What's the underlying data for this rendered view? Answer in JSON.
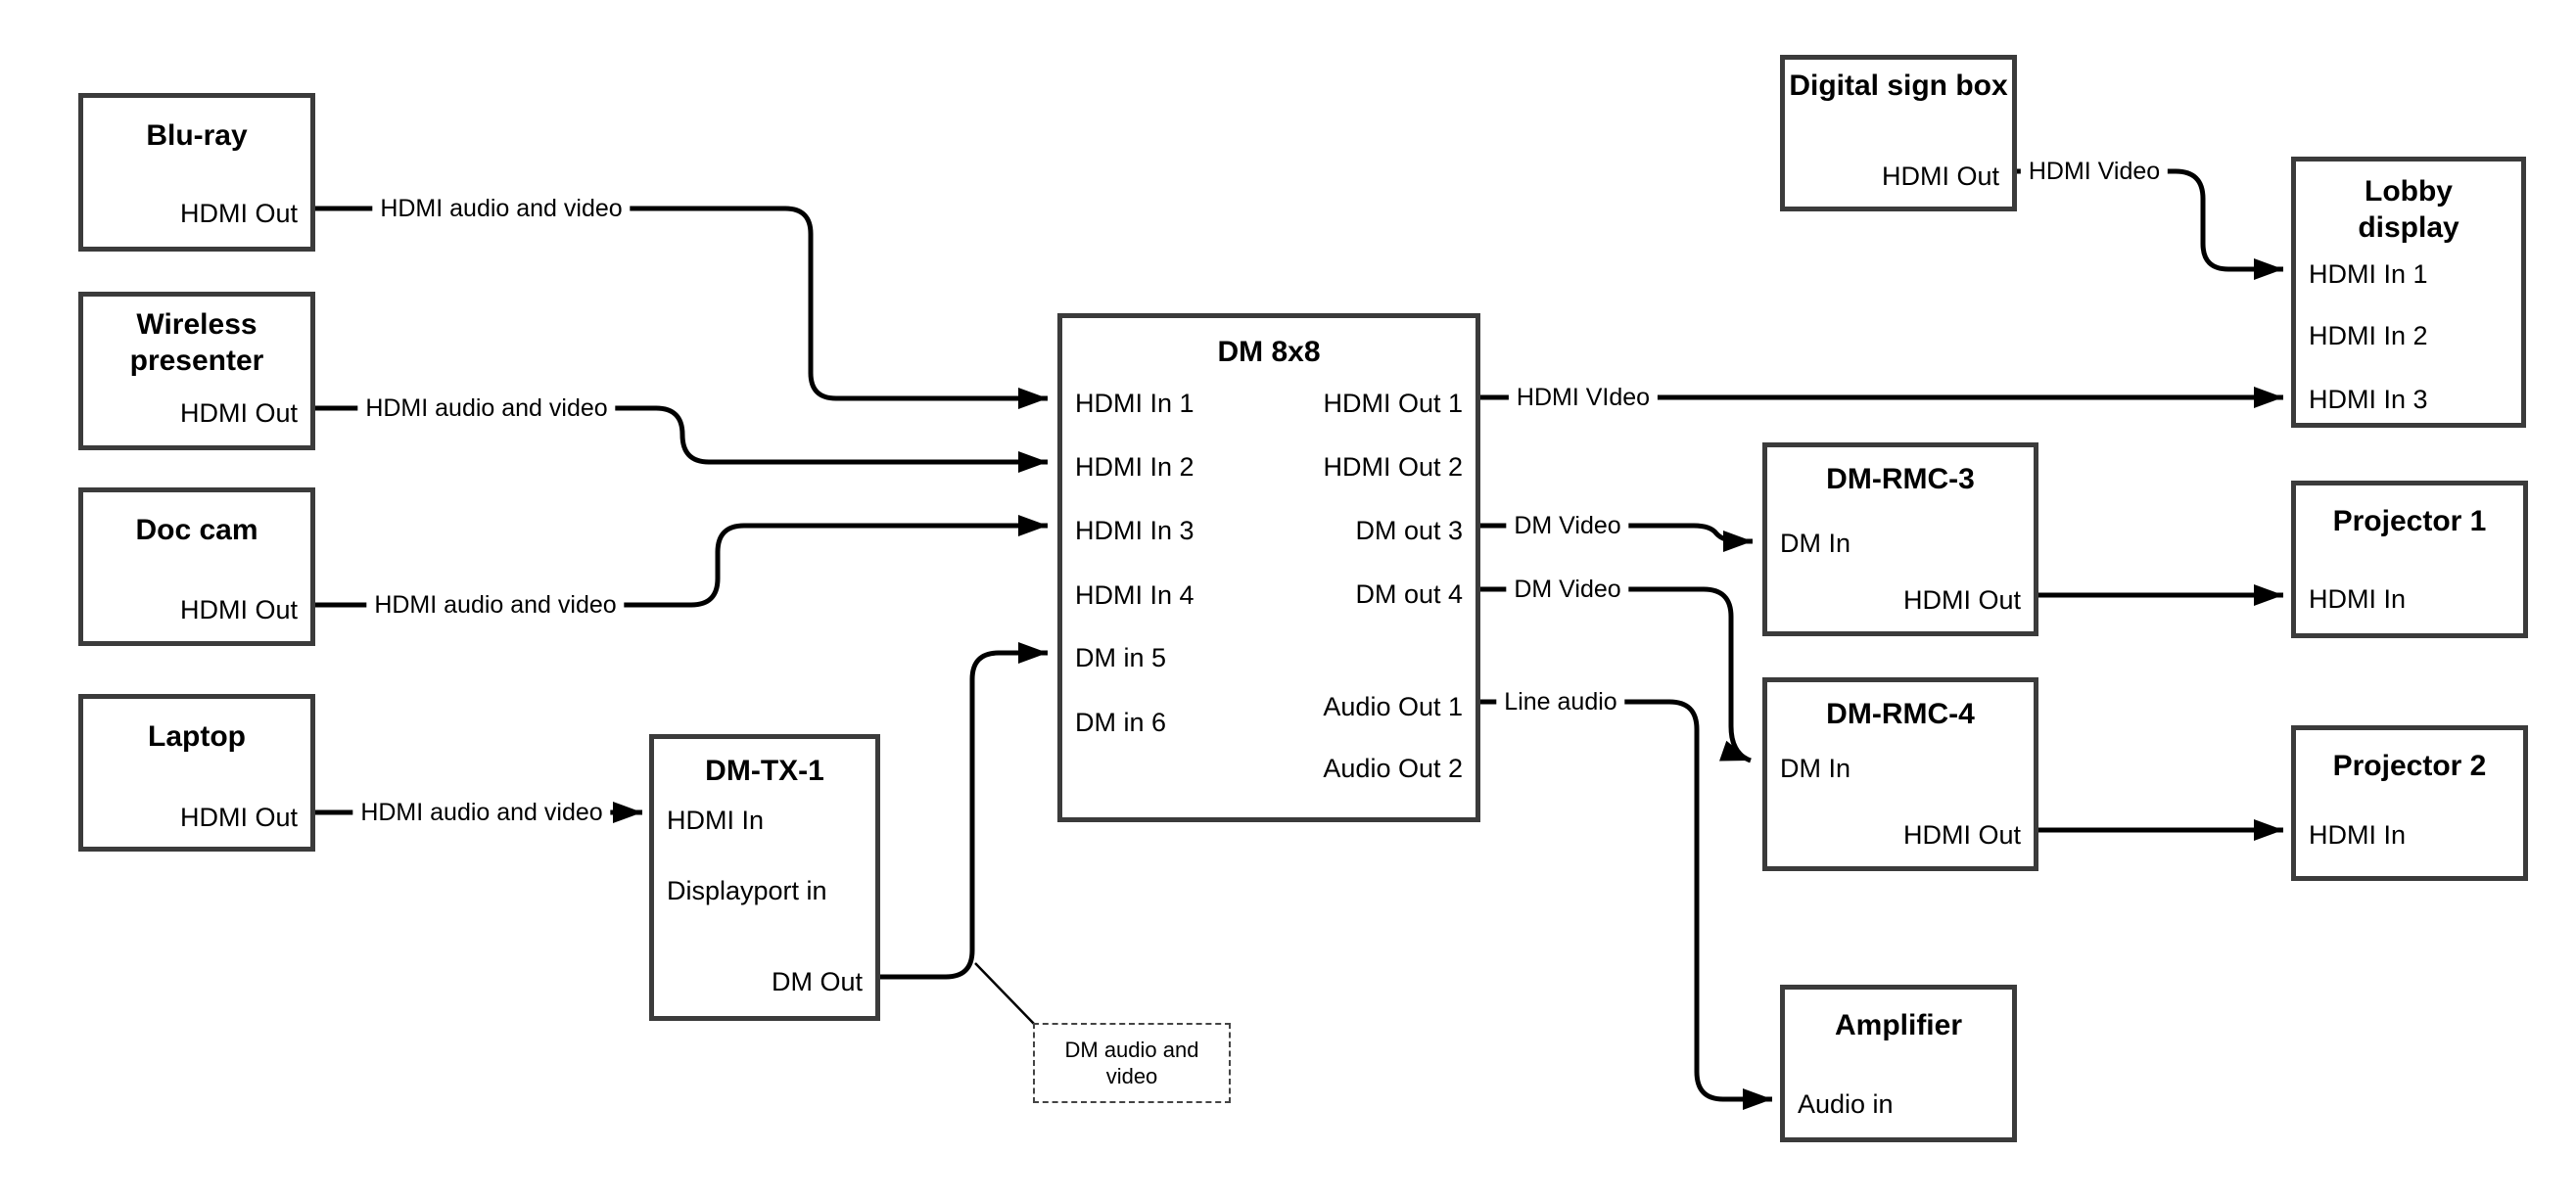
{
  "devices": {
    "bluray": {
      "title": "Blu-ray",
      "port_out": "HDMI Out"
    },
    "wireless": {
      "title": "Wireless presenter",
      "port_out": "HDMI Out"
    },
    "doccam": {
      "title": "Doc cam",
      "port_out": "HDMI Out"
    },
    "laptop": {
      "title": "Laptop",
      "port_out": "HDMI Out"
    },
    "dmtx1": {
      "title": "DM-TX-1",
      "ports": {
        "hdmi_in": "HDMI In",
        "dp_in": "Displayport in",
        "dm_out": "DM Out"
      }
    },
    "dm8x8": {
      "title": "DM 8x8",
      "inputs": [
        "HDMI In 1",
        "HDMI In 2",
        "HDMI In 3",
        "HDMI In 4",
        "DM in 5",
        "DM in 6"
      ],
      "outputs": [
        "HDMI Out 1",
        "HDMI Out 2",
        "DM out 3",
        "DM out 4",
        "Audio Out 1",
        "Audio Out 2"
      ]
    },
    "signbox": {
      "title": "Digital sign box",
      "port_out": "HDMI Out"
    },
    "lobby": {
      "title": "Lobby display",
      "inputs": [
        "HDMI In 1",
        "HDMI In 2",
        "HDMI In 3"
      ]
    },
    "rmc3": {
      "title": "DM-RMC-3",
      "port_in": "DM In",
      "port_out": "HDMI Out"
    },
    "proj1": {
      "title": "Projector 1",
      "port_in": "HDMI In"
    },
    "rmc4": {
      "title": "DM-RMC-4",
      "port_in": "DM In",
      "port_out": "HDMI Out"
    },
    "proj2": {
      "title": "Projector 2",
      "port_in": "HDMI In"
    },
    "amp": {
      "title": "Amplifier",
      "port_in": "Audio in"
    }
  },
  "wire_labels": {
    "bluray_link": "HDMI audio and video",
    "wireless_link": "HDMI audio and video",
    "doccam_link": "HDMI audio and video",
    "laptop_link": "HDMI audio and video",
    "out1_link": "HDMI VIdeo",
    "out3_link": "DM Video",
    "out4_link": "DM Video",
    "audio1_link": "Line audio",
    "signbox_link": "HDMI Video",
    "callout": "DM audio and video"
  },
  "colors": {
    "line": "#000000",
    "box_border": "#3b3b3b",
    "background": "#ffffff"
  }
}
